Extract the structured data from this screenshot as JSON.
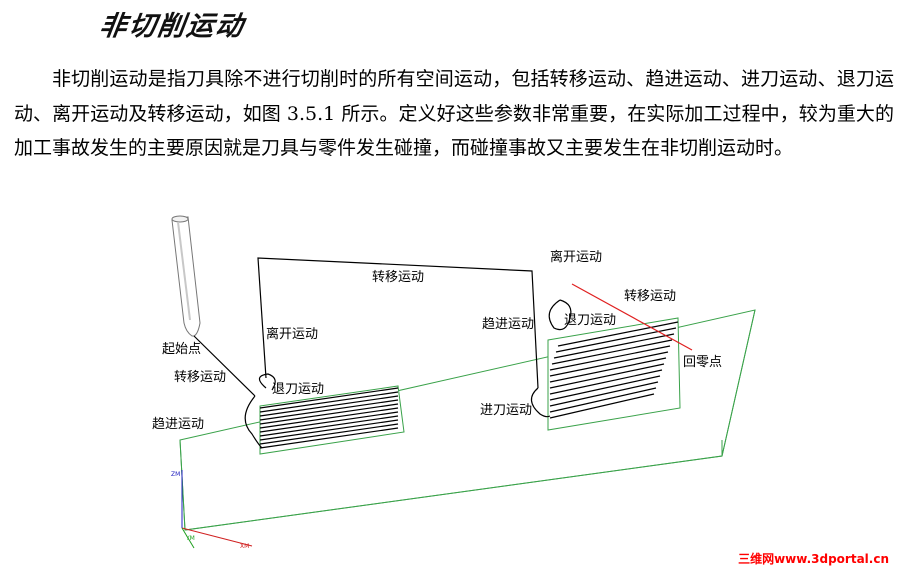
{
  "heading": {
    "title": "非切削运动"
  },
  "paragraph": {
    "text": "非切削运动是指刀具除不进行切削时的所有空间运动，包括转移运动、趋进运动、进刀运动、退刀运动、离开运动及转移运动，如图 3.5.1 所示。定义好这些参数非常重要，在实际加工过程中，较为重大的加工事故发生的主要原因就是刀具与零件发生碰撞，而碰撞事故又主要发生在非切削运动时。"
  },
  "figure": {
    "labels": {
      "transfer_top": "转移运动",
      "depart_left": "离开运动",
      "start_point": "起始点",
      "transfer_left": "转移运动",
      "retract_left": "退刀运动",
      "approach_left": "趋进运动",
      "approach_right": "趋进运动",
      "engage_right": "进刀运动",
      "depart_right": "离开运动",
      "retract_right": "退刀运动",
      "transfer_right": "转移运动",
      "return_point": "回零点"
    },
    "axes": {
      "z": "ZM",
      "y": "YM",
      "x": "XM"
    },
    "colors": {
      "block_edges": "#3aa24a",
      "return_path": "#e02020",
      "axis_z": "#2020c0",
      "axis_x": "#d02020",
      "axis_y": "#20a020"
    }
  },
  "watermark": {
    "text": "三维网www.3dportal.cn"
  }
}
